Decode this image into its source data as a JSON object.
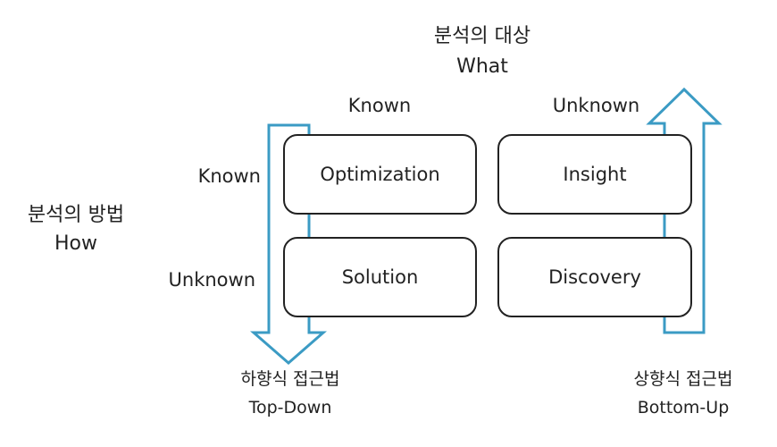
{
  "what": {
    "korean": "분석의 대상",
    "english": "What",
    "col_known": "Known",
    "col_unknown": "Unknown"
  },
  "how": {
    "korean": "분석의 방법",
    "english": "How",
    "row_known": "Known",
    "row_unknown": "Unknown"
  },
  "quadrants": {
    "optimization": "Optimization",
    "insight": "Insight",
    "solution": "Solution",
    "discovery": "Discovery"
  },
  "approaches": {
    "top_down": {
      "korean": "하향식 접근법",
      "english": "Top-Down"
    },
    "bottom_up": {
      "korean": "상향식 접근법",
      "english": "Bottom-Up"
    }
  },
  "colors": {
    "arrow_stroke": "#3b9bc4",
    "box_border": "#222222",
    "text": "#222222"
  }
}
